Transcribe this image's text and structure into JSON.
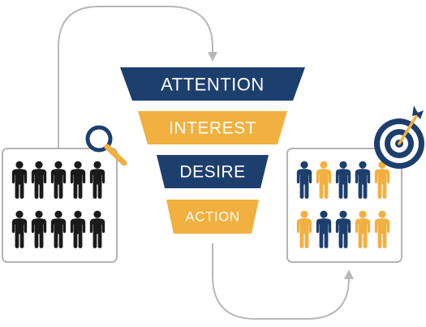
{
  "funnel": {
    "stages": [
      {
        "label": "ATTENTION",
        "color": "#1d3f6e"
      },
      {
        "label": "INTEREST",
        "color": "#f2b040"
      },
      {
        "label": "DESIRE",
        "color": "#1d3f6e"
      },
      {
        "label": "ACTION",
        "color": "#f2b040"
      }
    ]
  },
  "colors": {
    "navy": "#1d3f6e",
    "orange": "#f2b040",
    "person_black": "#1a1a1a",
    "panel_border": "#b4b4b4",
    "connector": "#b8b8b8"
  },
  "icons": {
    "left_panel": "magnifying-glass-icon",
    "right_panel": "target-arrow-icon"
  },
  "audience_right": {
    "row1": [
      "navy",
      "orange",
      "navy",
      "navy",
      "orange"
    ],
    "row2": [
      "orange",
      "navy",
      "navy",
      "orange",
      "orange"
    ]
  }
}
